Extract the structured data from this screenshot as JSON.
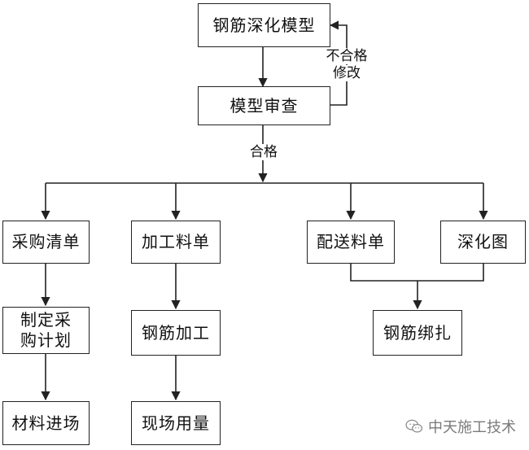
{
  "nodes": {
    "deepening_model": "钢筋深化模型",
    "model_review": "模型审查",
    "purchase_list": "采购清单",
    "processing_sheet": "加工料单",
    "delivery_sheet": "配送料单",
    "deepening_drawing": "深化图",
    "purchase_plan": "制定采购计划",
    "rebar_processing": "钢筋加工",
    "rebar_binding": "钢筋绑扎",
    "material_arrival": "材料进场",
    "site_usage": "现场用量"
  },
  "labels": {
    "fail_modify_line1": "不合格",
    "fail_modify_line2": "修改",
    "pass": "合格"
  },
  "watermark": {
    "text": "中天施工技术",
    "icon": "wechat-icon"
  },
  "colors": {
    "line": "#222222",
    "watermark": "#7a7a7a"
  }
}
